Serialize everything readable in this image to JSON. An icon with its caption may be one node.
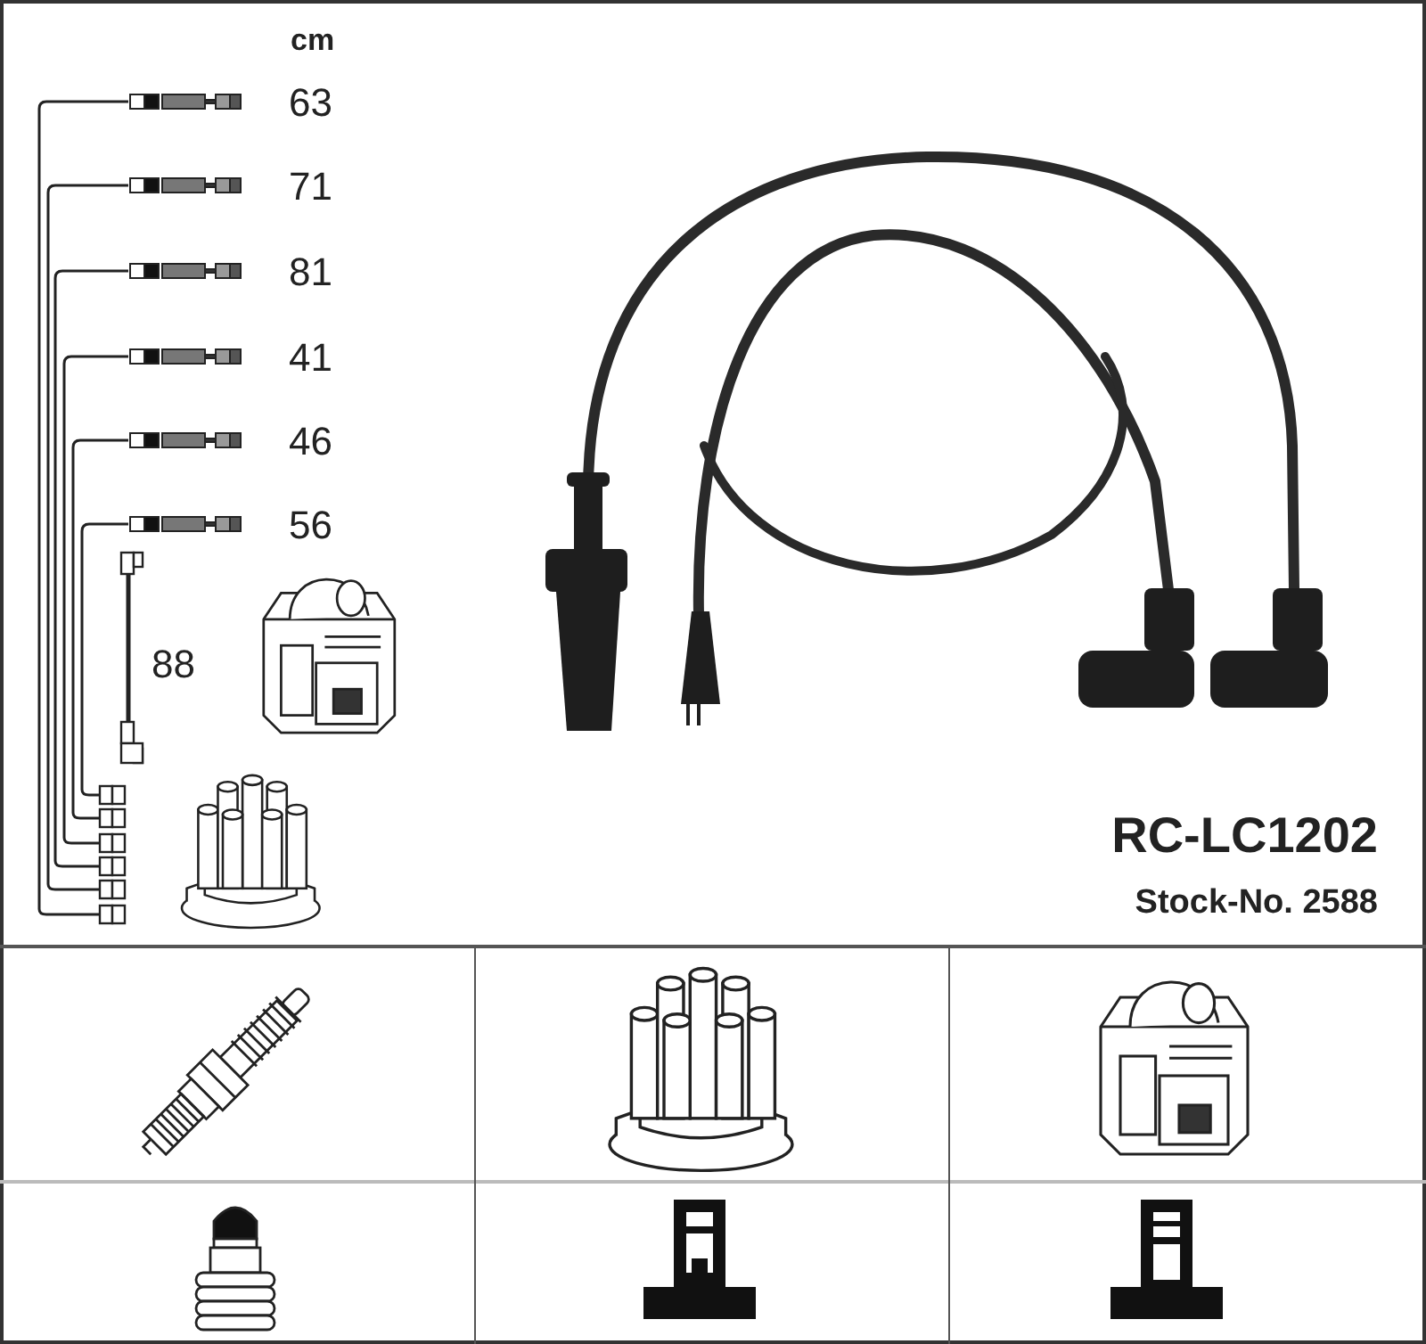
{
  "diagram": {
    "labels": [
      "cm",
      "63",
      "71",
      "81",
      "41",
      "46",
      "56",
      "88",
      "RC-LC1202",
      "Stock-No. 2588"
    ]
  }
}
